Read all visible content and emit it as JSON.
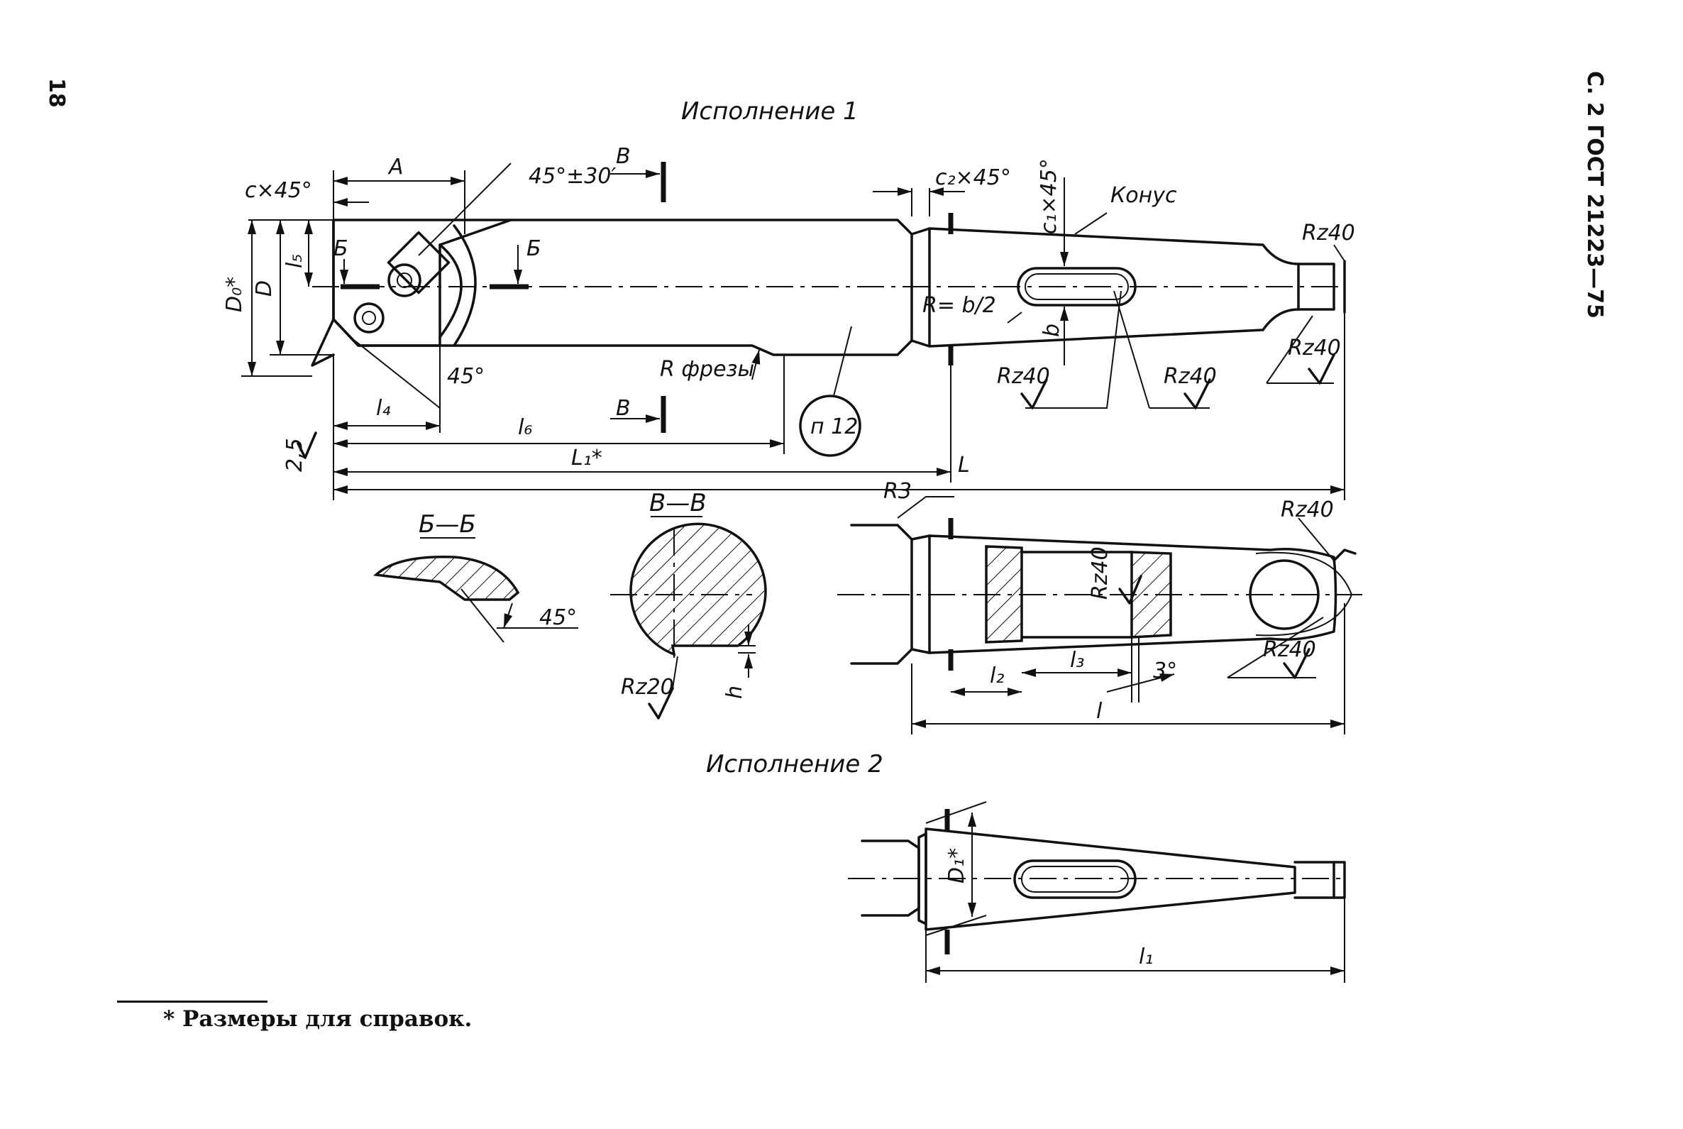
{
  "page": {
    "page_number": "18",
    "header": "С. 2 ГОСТ 21223—75"
  },
  "views": {
    "variant1_title": "Исполнение 1",
    "variant2_title": "Исполнение 2",
    "section_b_b": "Б—Б",
    "section_v_v": "В—В"
  },
  "labels": {
    "A": "A",
    "c45": "c×45°",
    "angle_tol": "45°±30′",
    "V": "В",
    "B": "Б",
    "c2": "c₂×45°",
    "c1": "c₁×45°",
    "cone": "Конус",
    "Rz40": "Rz40",
    "Rz20": "Rz20",
    "D0": "D₀*",
    "D": "D",
    "l5": "l₅",
    "R_b2": "R= b/2",
    "b": "b",
    "R_cutter": "R фрезы",
    "angle45": "45°",
    "l4": "l₄",
    "l6": "l₆",
    "L1": "L₁*",
    "L": "L",
    "roughness_2_5": "2,5",
    "marking": "п 12",
    "R3": "R3",
    "l2": "l₂",
    "l3": "l₃",
    "angle3": "3°",
    "l": "l",
    "h": "h",
    "D1": "D₁*",
    "l1": "l₁"
  },
  "footnote": "* Размеры для справок."
}
